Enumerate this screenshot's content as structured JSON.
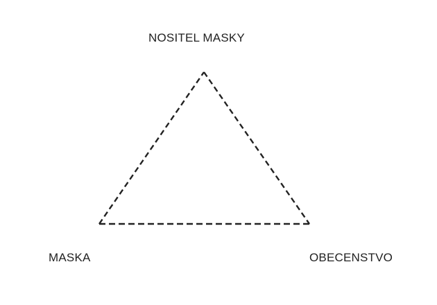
{
  "diagram": {
    "type": "triangle",
    "line_style": "dashed",
    "line_color": "#222222",
    "nodes": {
      "top": "NOSITEL MASKY",
      "left": "MASKA",
      "right": "OBECENSTVO"
    },
    "edges": [
      {
        "from": "MASKA",
        "to": "NOSITEL MASKY"
      },
      {
        "from": "NOSITEL MASKY",
        "to": "OBECENSTVO"
      },
      {
        "from": "MASKA",
        "to": "OBECENSTVO"
      }
    ]
  }
}
